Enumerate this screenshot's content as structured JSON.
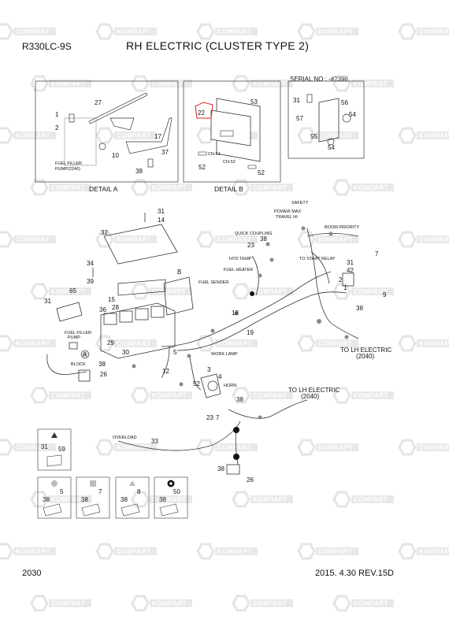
{
  "header": {
    "model": "R330LC-9S",
    "title": "RH ELECTRIC (CLUSTER TYPE 2)",
    "serial": "SERIAL NO : -#2398"
  },
  "footer": {
    "page": "2030",
    "revision": "2015. 4.30  REV.15D"
  },
  "details": {
    "a": "DETAIL  A",
    "b": "DETAIL  B",
    "fuel_filler_pump": [
      "FUEL FILLER",
      "PUMP(2240)"
    ]
  },
  "callouts": {
    "detail_a": [
      "1",
      "2",
      "27",
      "17",
      "10",
      "37",
      "38"
    ],
    "detail_b": [
      "22",
      "53",
      "52",
      "52",
      "CN-51",
      "CN-52"
    ],
    "serial_box": [
      "31",
      "56",
      "54",
      "57",
      "55",
      "54"
    ],
    "main": [
      "31",
      "14",
      "32",
      "34",
      "39",
      "65",
      "31",
      "15",
      "28",
      "36",
      "29",
      "30",
      "5",
      "A",
      "B",
      "38",
      "26",
      "12",
      "52",
      "23",
      "38",
      "31",
      "42",
      "7",
      "2",
      "1",
      "9",
      "38",
      "18",
      "19",
      "3",
      "4",
      "38",
      "23",
      "7",
      "33",
      "38",
      "26",
      "31",
      "59",
      "38",
      "5",
      "38",
      "7",
      "38",
      "8",
      "38",
      "50"
    ]
  },
  "annotations": {
    "safety": "SAFETY",
    "power_max": "POWER MAX",
    "travel_hi": "TRAVEL HI",
    "boom_priority": "BOOM PRIORITY",
    "quick_coupling": "QUICK COUPLING",
    "to_start_relay": "TO START RELAY",
    "hyd_temp": "HYD TEMP",
    "fuel_heater": "FUEL HEATER",
    "fuel_sender": "FUEL SENDER",
    "fuel_filler_small": [
      "FUEL FILLER",
      "PUMP"
    ],
    "to_lh_electric_1": [
      "TO LH ELECTRIC",
      "(2040)"
    ],
    "to_lh_electric_2": [
      "TO LH ELECTRIC",
      "(2040)"
    ],
    "work_lamp": "WORK LAMP",
    "horn": "HORN",
    "overload": "OVERLOAD",
    "block": "BLOCK"
  },
  "watermarks": [
    "COMPART",
    "KOMПАРТ"
  ]
}
